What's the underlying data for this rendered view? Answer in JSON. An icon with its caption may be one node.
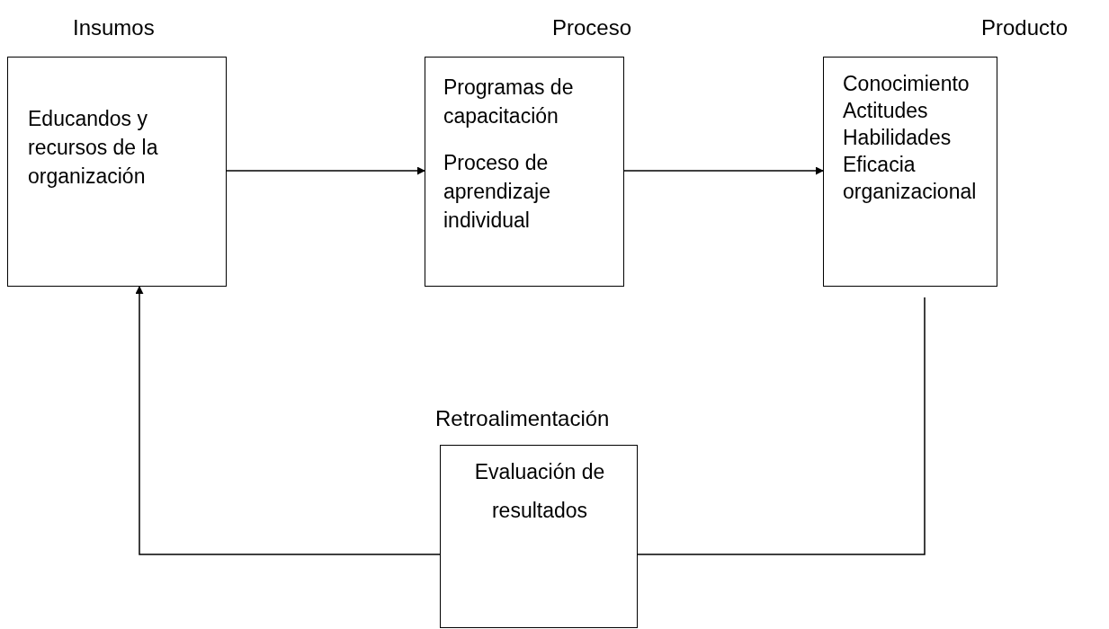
{
  "diagram": {
    "nodes": [
      {
        "text": [
          "Insumos",
          "Educandos y recursos de la organización"
        ]
      },
      {
        "text": [
          "Proceso",
          "Programas de capacitación",
          "Proceso de aprendizaje individual"
        ]
      },
      {
        "text": [
          "Producto",
          "Conocimiento",
          "Actitudes",
          "Habilidades",
          "Eficacia organizacional"
        ]
      },
      {
        "text": [
          "Retroalimentación",
          "Evaluación de resultados"
        ]
      }
    ],
    "edges": [
      {
        "from": 0,
        "to": 1,
        "arrow": "to"
      },
      {
        "from": 1,
        "to": 2,
        "arrow": "to"
      },
      {
        "from": 2,
        "to": 3,
        "arrow": "none"
      },
      {
        "from": 3,
        "to": 0,
        "arrow": "to"
      }
    ]
  }
}
